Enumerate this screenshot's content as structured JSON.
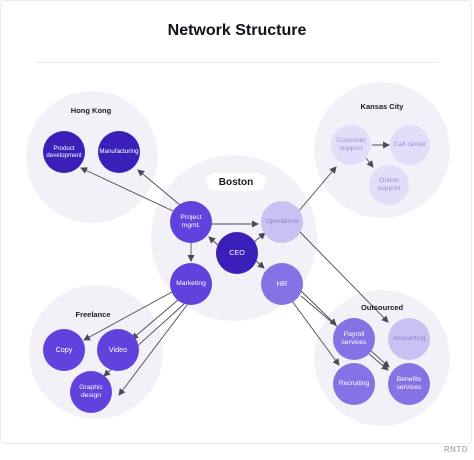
{
  "title": "Network Structure",
  "watermark": "RNTD",
  "colors": {
    "region_fill": "#f2f1f8",
    "dark": "#3b1fb8",
    "primary": "#6142dc",
    "mid": "#8672e4",
    "light": "#c9c1f2",
    "pale": "#e2ddf9",
    "arrow": "#4a4a55"
  },
  "regions": {
    "hong_kong": "Hong Kong",
    "kansas_city": "Kansas City",
    "boston": "Boston",
    "freelance": "Freelance",
    "outsourced": "Outsourced"
  },
  "nodes": {
    "product_development": "Product development",
    "manufacturing": "Manufacturing",
    "customer_support": "Customer support",
    "call_center": "Call center",
    "online_support": "Online support",
    "project_mgmt": "Project mgmt.",
    "operations": "Operations",
    "ceo": "CEO",
    "marketing": "Marketing",
    "hr": "HR",
    "copy": "Copy",
    "video": "Video",
    "graphic_design": "Graphic design",
    "payroll_services": "Payroll services",
    "accounting": "Accounting",
    "recruiting": "Recruiting",
    "benefits_services": "Benefits services"
  }
}
